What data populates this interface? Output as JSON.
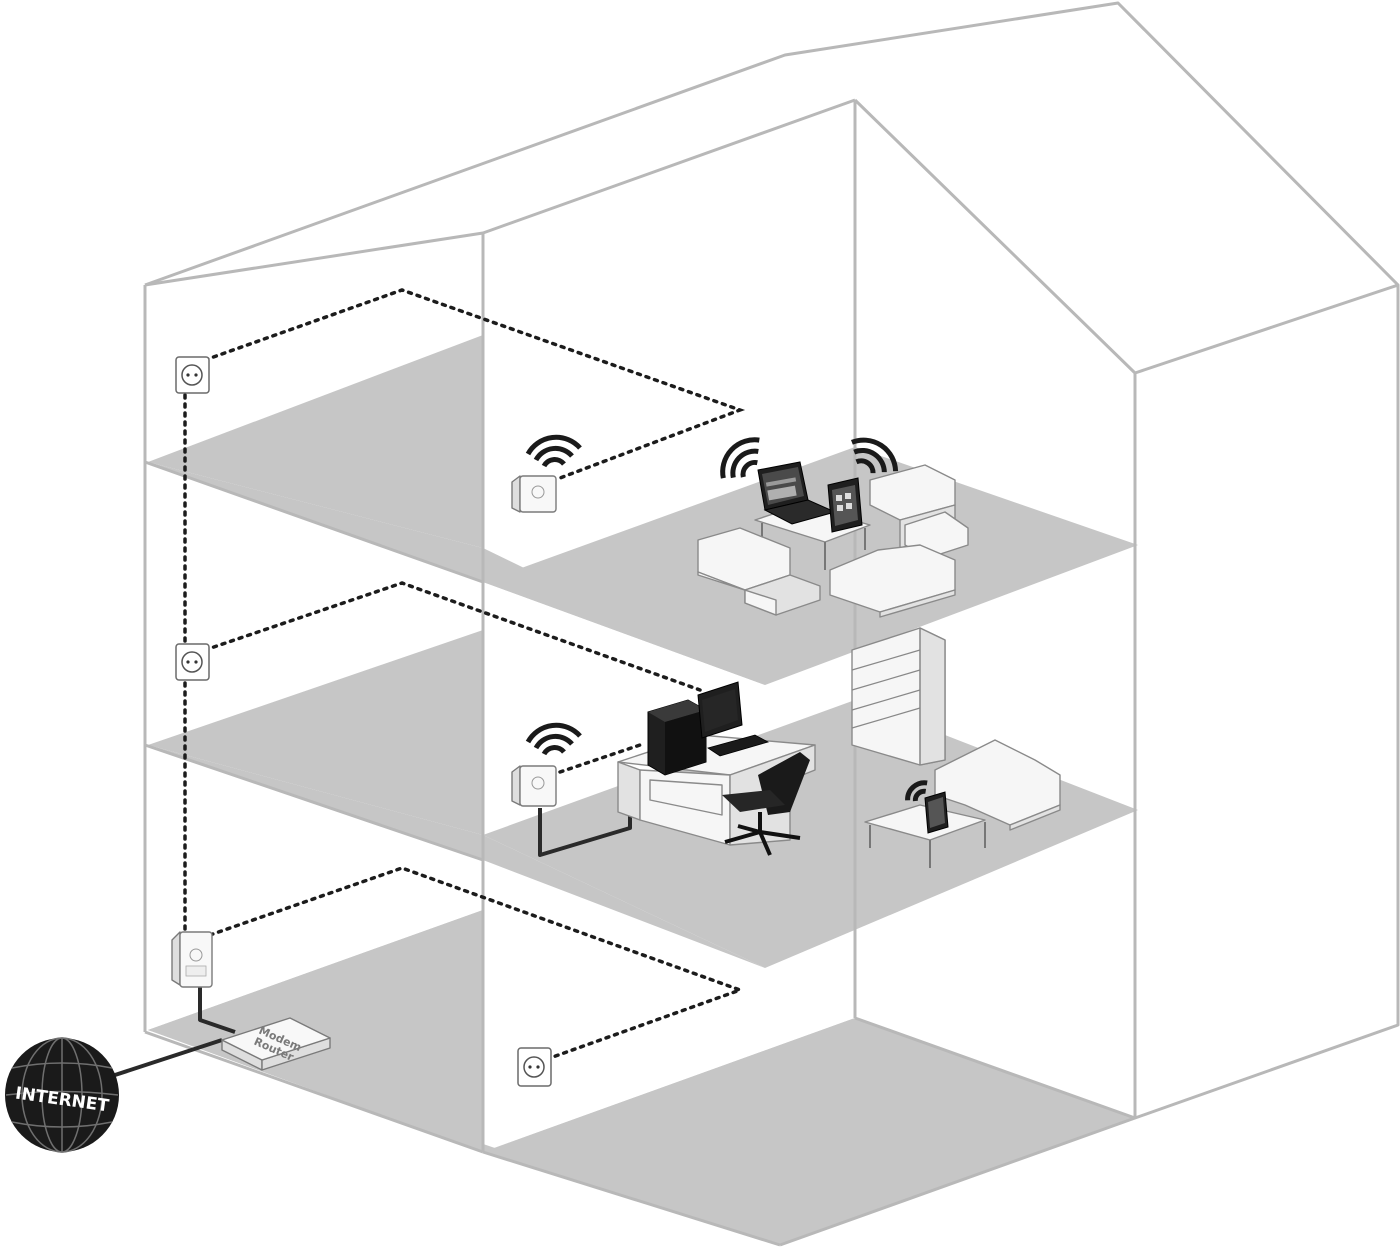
{
  "router": {
    "label_line1": "Modem",
    "label_line2": "Router"
  },
  "internet": {
    "label": "INTERNET"
  },
  "colors": {
    "walls": "#b8b8b8",
    "floors": "#c6c6c6",
    "powerline": "#1c1c1c",
    "background": "#ffffff"
  },
  "icons": [
    "wall-socket-icon",
    "powerline-adapter-icon",
    "wifi-icon",
    "globe-icon",
    "router-icon",
    "laptop-icon",
    "tablet-icon",
    "desktop-pc-icon",
    "office-chair-icon"
  ]
}
